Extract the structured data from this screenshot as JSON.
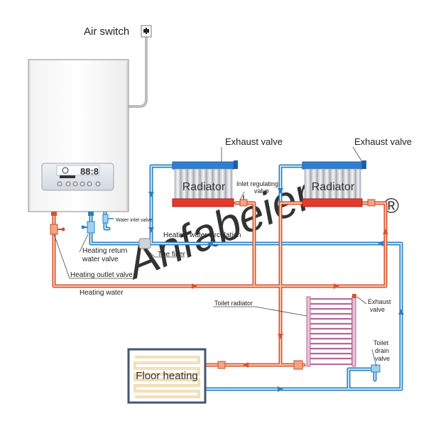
{
  "labels": {
    "air_switch": "Air switch",
    "exhaust_valve_left": "Exhaust valve",
    "exhaust_valve_right": "Exhaust valve",
    "radiator_left": "Radiator",
    "radiator_right": "Radiator",
    "inlet_regulating_valve_1": "Inlet regulating",
    "inlet_regulating_valve_2": "valve",
    "water_inlet_valve": "Water inlet valve",
    "heating_water_circulation": "Heating water circulation",
    "the_filter": "The filter",
    "heating_return_valve_1": "Heating return",
    "heating_return_valve_2": "water valve",
    "heating_outlet_valve": "Heating outlet valve",
    "heating_water": "Heating water",
    "toilet_radiator": "Toilet radiator",
    "exhaust_valve_toilet_1": "Exhaust",
    "exhaust_valve_toilet_2": "valve",
    "toilet_drain_valve_1": "Toilet",
    "toilet_drain_valve_2": "drain",
    "toilet_drain_valve_3": "valve",
    "floor_heating": "Floor heating",
    "display_readout": "88:8",
    "watermark": "Anfabeier",
    "registered_mark": "®"
  },
  "colors": {
    "hot_pipe": "#ee8c6a",
    "hot_pipe_edge": "#d8542f",
    "cold_pipe": "#7fc4ea",
    "cold_pipe_edge": "#2c7fc0",
    "radiator_top": "#2f7fd0",
    "radiator_bottom": "#e43a2e",
    "toilet_radiator": "#b5679a",
    "floor_box": "#44556f"
  },
  "icons": [
    "air-switch-icon",
    "display-panel-icon",
    "filter-icon",
    "valve-icon",
    "flow-arrow-icon"
  ]
}
